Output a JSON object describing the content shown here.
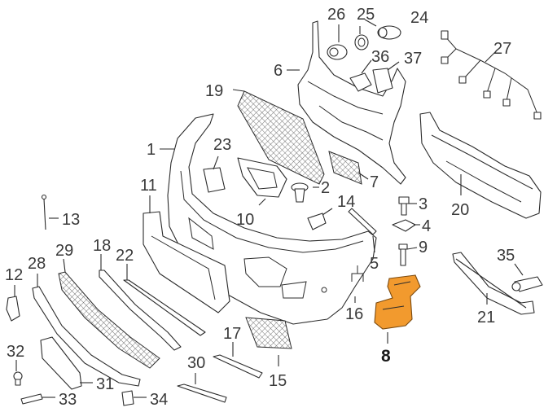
{
  "diagram": {
    "highlight_color": "#f29a2e",
    "line_color": "#2b2b2b",
    "callouts": [
      {
        "id": "1",
        "label": "1"
      },
      {
        "id": "2",
        "label": "2"
      },
      {
        "id": "3",
        "label": "3"
      },
      {
        "id": "4",
        "label": "4"
      },
      {
        "id": "5",
        "label": "5"
      },
      {
        "id": "6",
        "label": "6"
      },
      {
        "id": "7",
        "label": "7"
      },
      {
        "id": "8",
        "label": "8"
      },
      {
        "id": "9",
        "label": "9"
      },
      {
        "id": "10",
        "label": "10"
      },
      {
        "id": "11",
        "label": "11"
      },
      {
        "id": "12",
        "label": "12"
      },
      {
        "id": "13",
        "label": "13"
      },
      {
        "id": "14",
        "label": "14"
      },
      {
        "id": "15",
        "label": "15"
      },
      {
        "id": "16",
        "label": "16"
      },
      {
        "id": "17",
        "label": "17"
      },
      {
        "id": "18",
        "label": "18"
      },
      {
        "id": "19",
        "label": "19"
      },
      {
        "id": "20",
        "label": "20"
      },
      {
        "id": "21",
        "label": "21"
      },
      {
        "id": "22",
        "label": "22"
      },
      {
        "id": "23",
        "label": "23"
      },
      {
        "id": "24",
        "label": "24"
      },
      {
        "id": "25",
        "label": "25"
      },
      {
        "id": "26",
        "label": "26"
      },
      {
        "id": "27",
        "label": "27"
      },
      {
        "id": "28",
        "label": "28"
      },
      {
        "id": "29",
        "label": "29"
      },
      {
        "id": "30",
        "label": "30"
      },
      {
        "id": "31",
        "label": "31"
      },
      {
        "id": "32",
        "label": "32"
      },
      {
        "id": "33",
        "label": "33"
      },
      {
        "id": "34",
        "label": "34"
      },
      {
        "id": "35",
        "label": "35"
      },
      {
        "id": "36",
        "label": "36"
      },
      {
        "id": "37",
        "label": "37"
      }
    ]
  }
}
